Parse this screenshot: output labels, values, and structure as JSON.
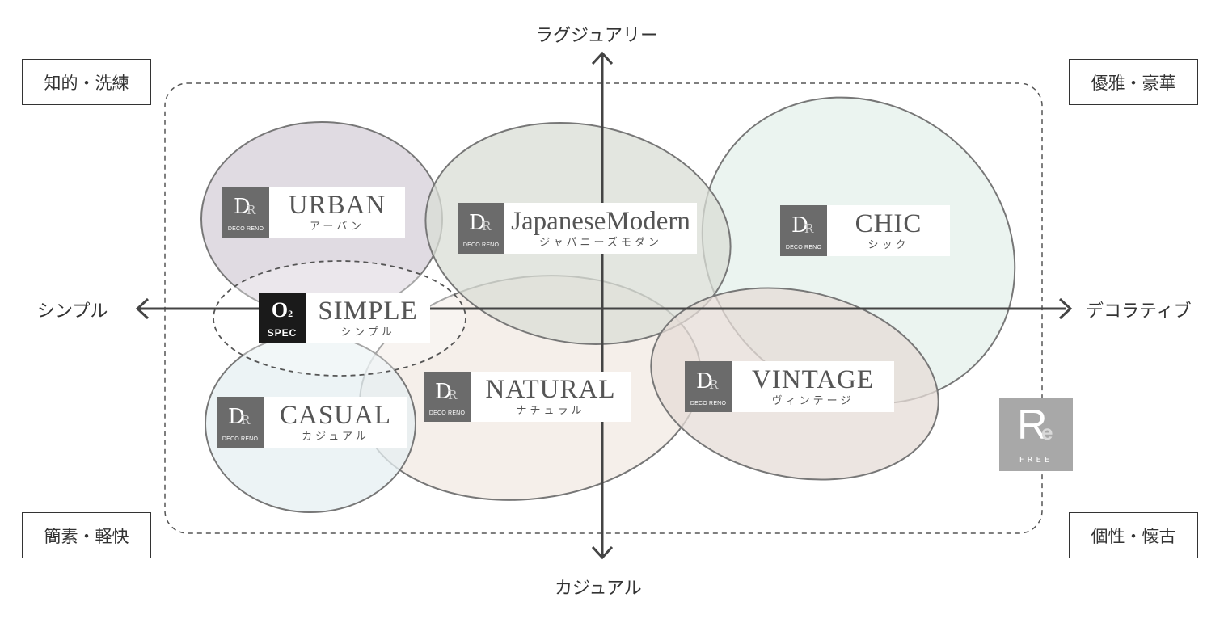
{
  "axes": {
    "top": "ラグジュアリー",
    "bottom": "カジュアル",
    "left": "シンプル",
    "right": "デコラティブ"
  },
  "corners": {
    "top_left": "知的・洗練",
    "top_right": "優雅・豪華",
    "bottom_left": "簡素・軽快",
    "bottom_right": "個性・懐古"
  },
  "brands": {
    "deco_reno": "DECO RENO",
    "o2_spec": {
      "o2": "O",
      "two": "2",
      "spec": "SPEC"
    },
    "re_free": {
      "r": "R",
      "e": "e",
      "free": "FREE"
    }
  },
  "styles": {
    "urban": {
      "en": "URBAN",
      "ja": "アーバン",
      "color": "#d8d2db"
    },
    "japanese_modern": {
      "en": "JapaneseModern",
      "ja": "ジャパニーズモダン",
      "color": "#d9ddd6"
    },
    "chic": {
      "en": "CHIC",
      "ja": "シック",
      "color": "#e6f1ec"
    },
    "simple": {
      "en": "SIMPLE",
      "ja": "シンプル",
      "color": "#ffffff"
    },
    "natural": {
      "en": "NATURAL",
      "ja": "ナチュラル",
      "color": "#f2e9e3"
    },
    "vintage": {
      "en": "VINTAGE",
      "ja": "ヴィンテージ",
      "color": "#e6dcd7"
    },
    "casual": {
      "en": "CASUAL",
      "ja": "カジュアル",
      "color": "#e6eff2"
    }
  }
}
